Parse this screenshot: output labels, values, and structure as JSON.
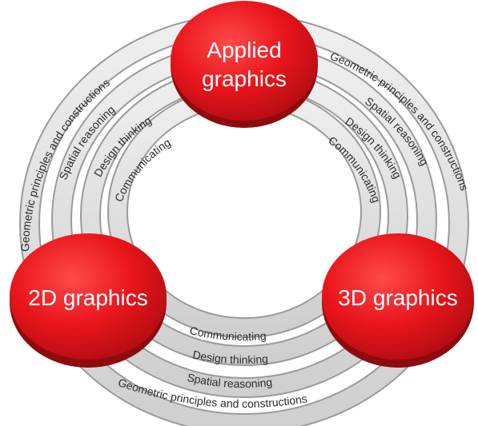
{
  "rings": [
    {
      "id": "geometric",
      "label": "Geometric principles and constructions"
    },
    {
      "id": "spatial",
      "label": "Spatial reasoning"
    },
    {
      "id": "design",
      "label": "Design thinking"
    },
    {
      "id": "communicating",
      "label": "Communicating"
    }
  ],
  "nodes": {
    "applied": {
      "line1": "Applied",
      "line2": "graphics"
    },
    "graphics2d": {
      "label": "2D graphics"
    },
    "graphics3d": {
      "label": "3D graphics"
    }
  },
  "colors": {
    "node_fill": "#e8151b",
    "node_dark": "#b20d12",
    "ring_fill": "#dcdcdc",
    "ring_edge": "#9a9a9a",
    "ring_text": "#2b2b2b"
  }
}
